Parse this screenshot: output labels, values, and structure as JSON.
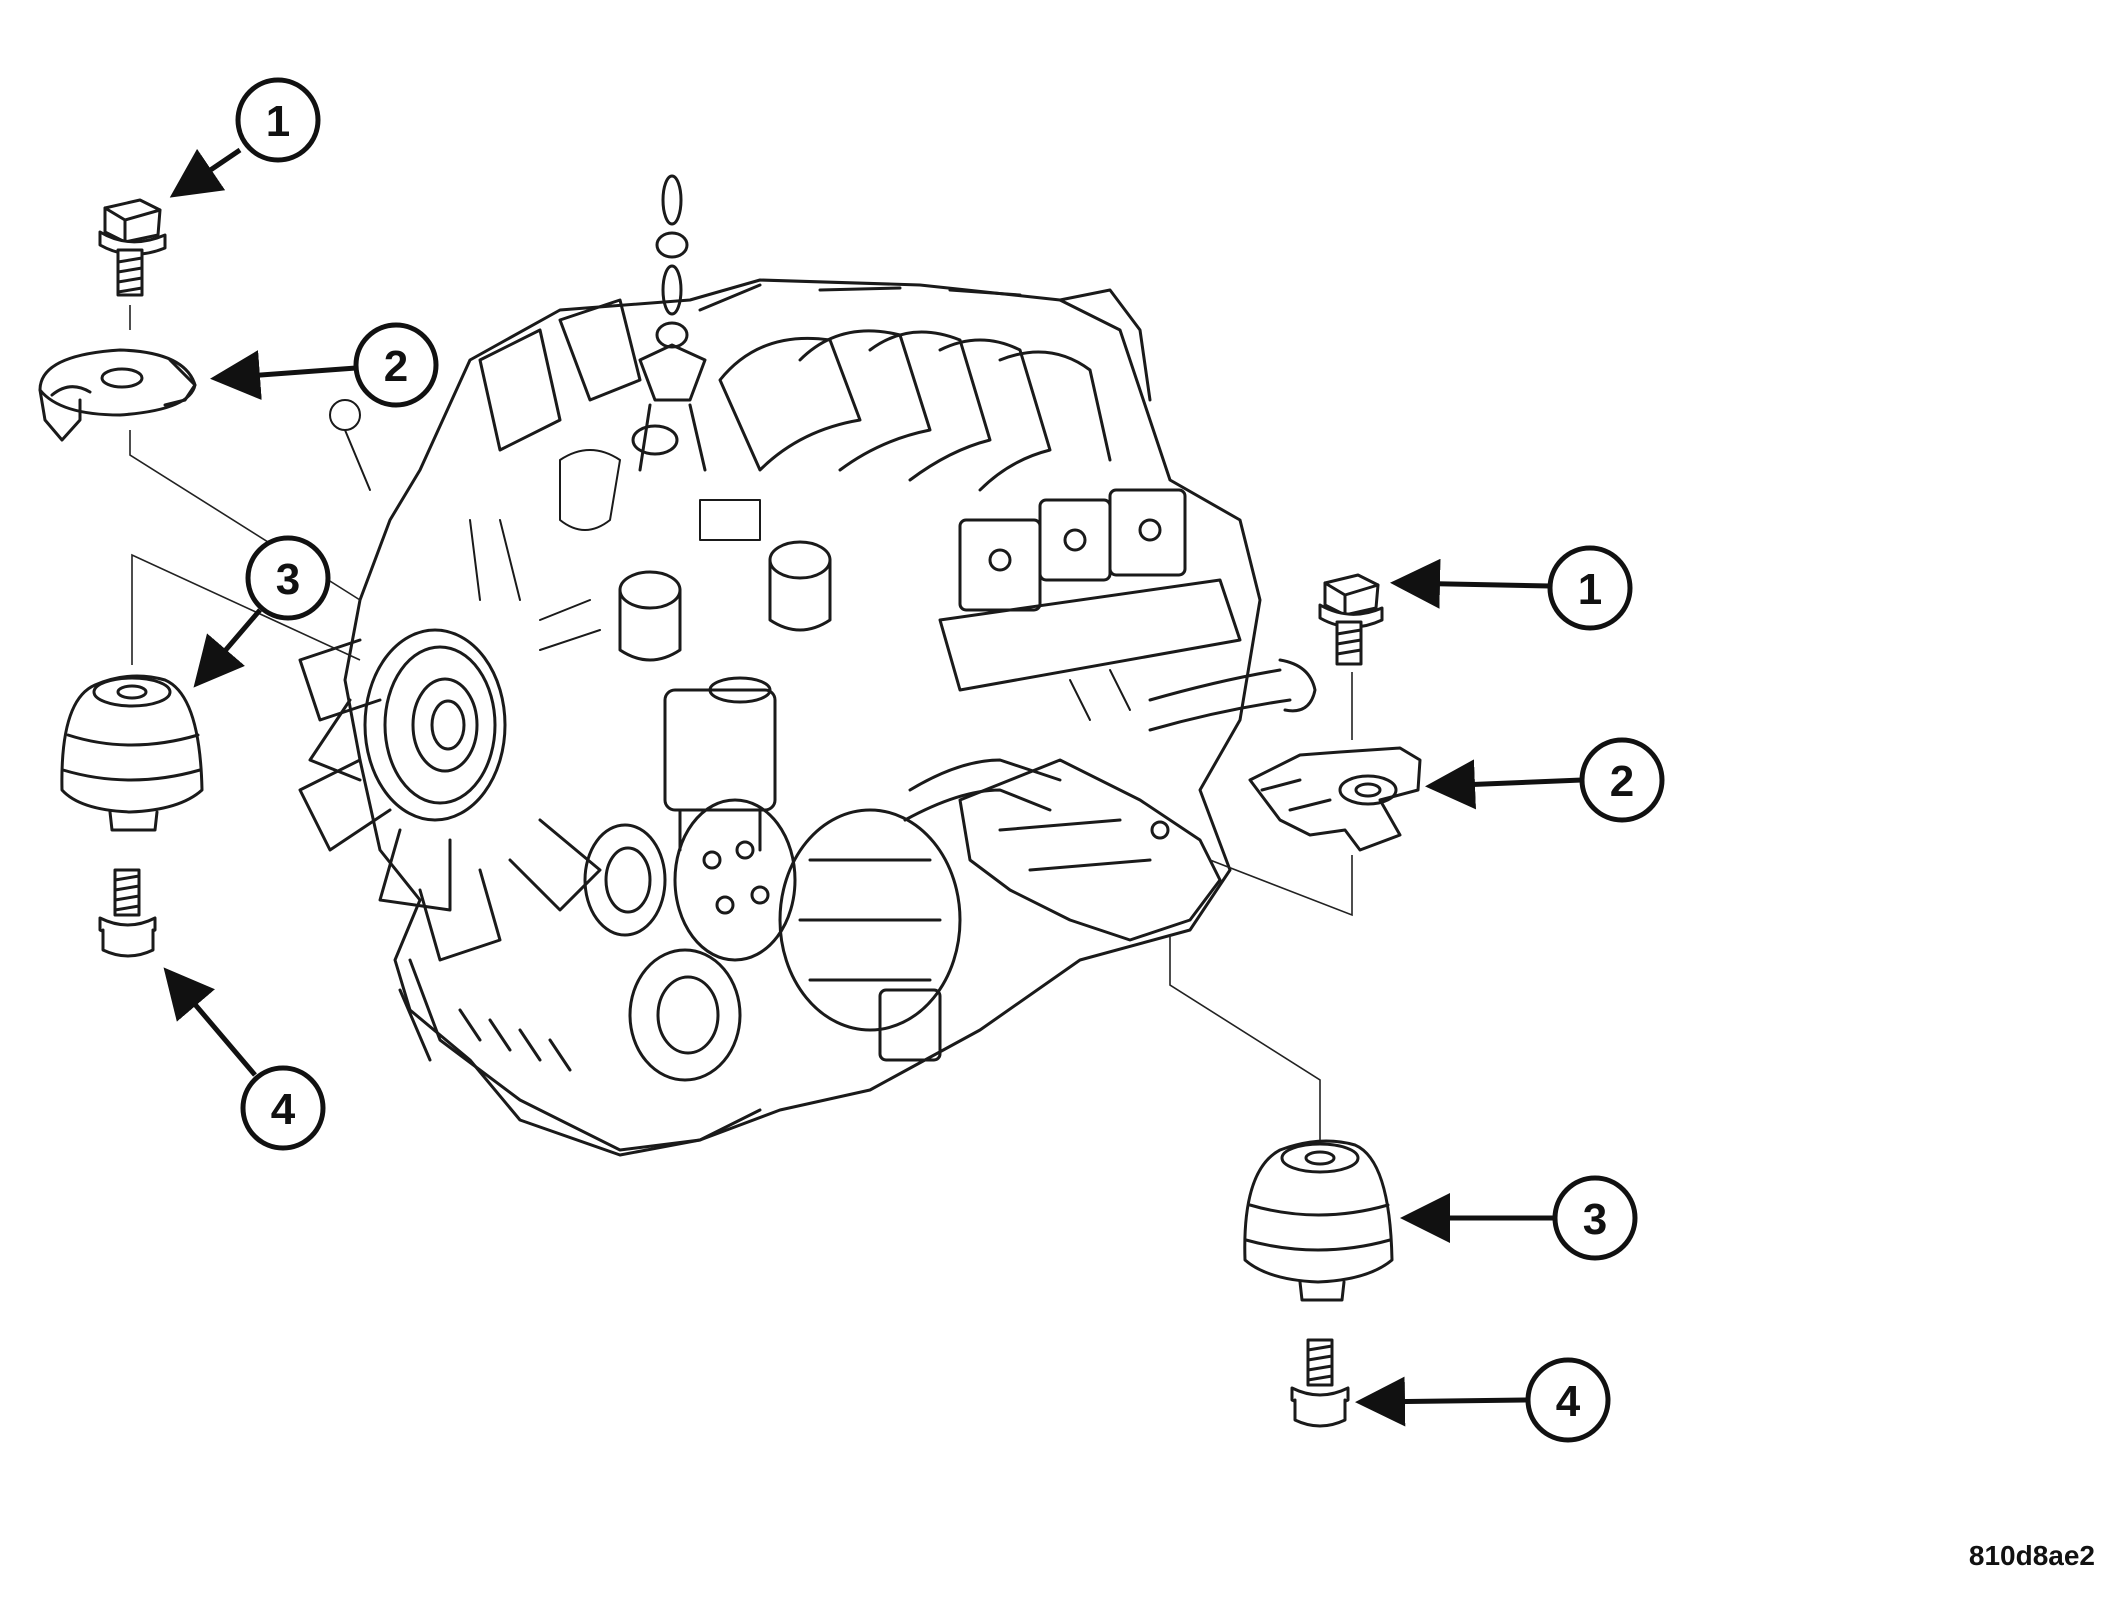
{
  "figure_id": "810d8ae2",
  "callouts": {
    "left_1": "1",
    "left_2": "2",
    "left_3": "3",
    "left_4": "4",
    "right_1": "1",
    "right_2": "2",
    "right_3": "3",
    "right_4": "4"
  },
  "colors": {
    "ink": "#1a1a1a",
    "background": "#ffffff"
  }
}
